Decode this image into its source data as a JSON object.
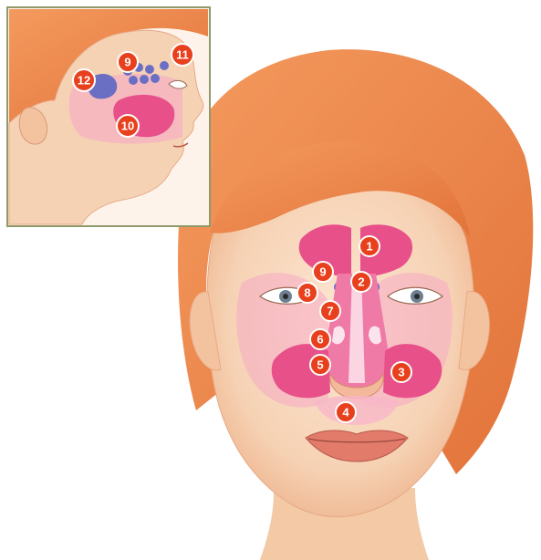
{
  "colors": {
    "skin": "#f6d2b4",
    "skin_shadow": "#eeb48e",
    "hair": "#f08a4e",
    "sinus_pink": "#e8508a",
    "sinus_light": "#f5a9c4",
    "sinus_blue": "#6a6fc4",
    "inset_border": "#8f9a6a",
    "marker": "#e8401c"
  },
  "face_labels": [
    {
      "id": "1",
      "text": "1"
    },
    {
      "id": "2",
      "text": "2"
    },
    {
      "id": "3",
      "text": "3"
    },
    {
      "id": "4",
      "text": "4"
    },
    {
      "id": "5",
      "text": "5"
    },
    {
      "id": "6",
      "text": "6"
    },
    {
      "id": "7",
      "text": "7"
    },
    {
      "id": "8",
      "text": "8"
    },
    {
      "id": "9",
      "text": "9"
    }
  ],
  "inset_labels": [
    {
      "id": "9",
      "text": "9"
    },
    {
      "id": "10",
      "text": "10"
    },
    {
      "id": "11",
      "text": "11"
    },
    {
      "id": "12",
      "text": "12"
    }
  ]
}
